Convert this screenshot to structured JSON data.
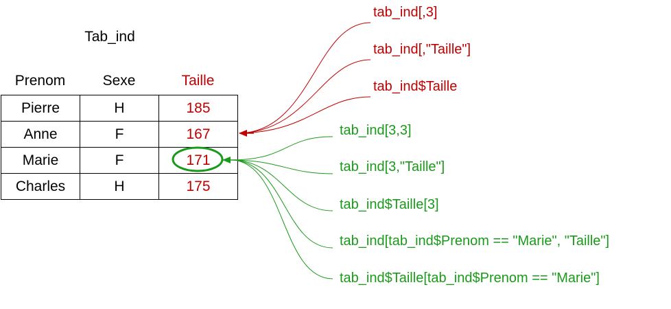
{
  "table_title": "Tab_ind",
  "columns": [
    "Prenom",
    "Sexe",
    "Taille"
  ],
  "rows": [
    [
      "Pierre",
      "H",
      "185"
    ],
    [
      "Anne",
      "F",
      "167"
    ],
    [
      "Marie",
      "F",
      "171"
    ],
    [
      "Charles",
      "H",
      "175"
    ]
  ],
  "column_access": [
    "tab_ind[,3]",
    "tab_ind[,\"Taille\"]",
    "tab_ind$Taille"
  ],
  "cell_access": [
    "tab_ind[3,3]",
    "tab_ind[3,\"Taille\"]",
    "tab_ind$Taille[3]",
    "tab_ind[tab_ind$Prenom == \"Marie\", \"Taille\"]",
    "tab_ind$Taille[tab_ind$Prenom == \"Marie\"]"
  ],
  "colors": {
    "column": "#c00000",
    "cell": "#1a9a1a",
    "text": "#000000"
  }
}
